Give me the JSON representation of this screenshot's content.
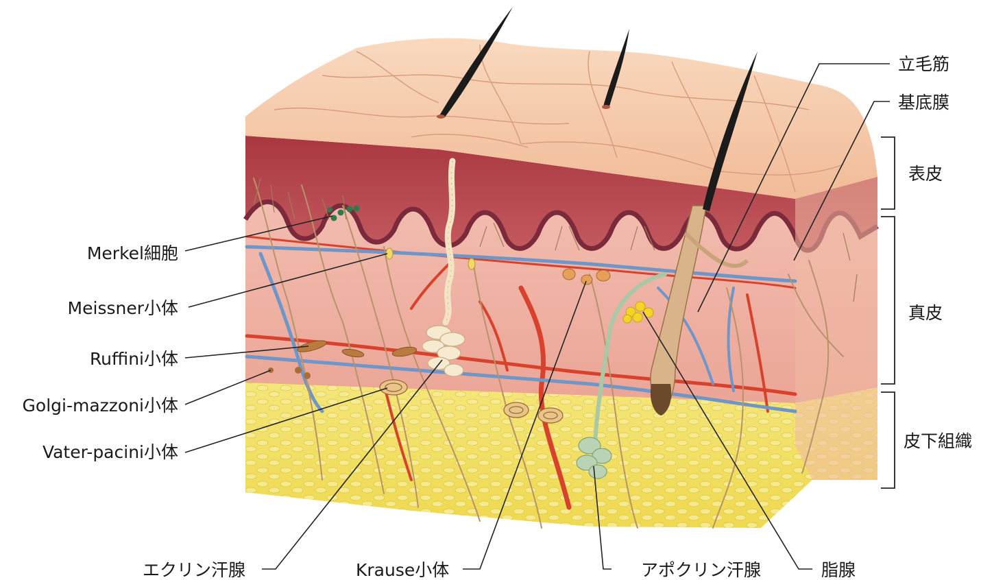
{
  "labels": {
    "left": {
      "merkel": "Merkel細胞",
      "meissner": "Meissner小体",
      "ruffini": "Ruffini小体",
      "golgi": "Golgi-mazzoni小体",
      "vater": "Vater-pacini小体"
    },
    "bottom": {
      "eccrine": "エクリン汗腺",
      "krause": "Krause小体",
      "apocrine": "アポクリン汗腺",
      "sebaceous": "脂腺"
    },
    "right": {
      "arrector": "立毛筋",
      "basement": "基底膜",
      "epidermis": "表皮",
      "dermis": "真皮",
      "subcutis": "皮下組織"
    }
  },
  "colors": {
    "skin_surface": "#f6c7a6",
    "epidermis": "#b94a52",
    "dermis": "#f1b6a9",
    "fat": "#f2e16b",
    "artery": "#d8412c",
    "vein": "#6f96c9",
    "nerve": "#b8926a",
    "hair": "#1b1b1b"
  }
}
